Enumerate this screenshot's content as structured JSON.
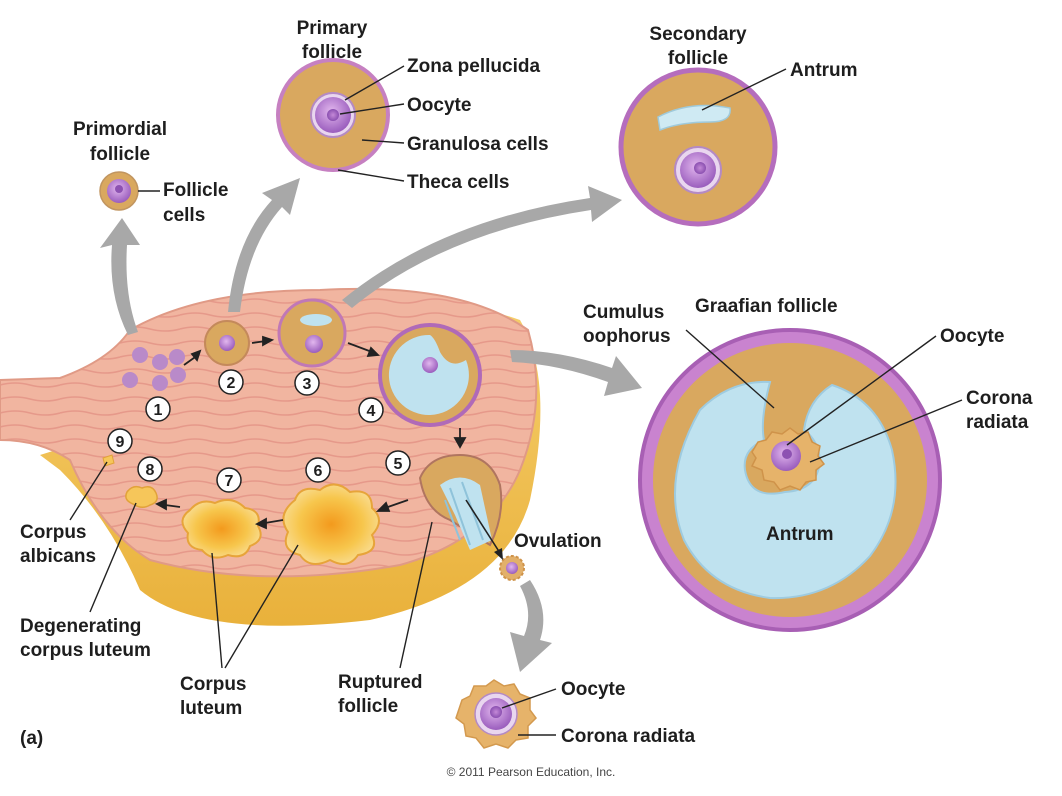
{
  "colors": {
    "follicle_granulosa": "#d9a85f",
    "theca_purple": "#b06ab8",
    "oocyte_purple": "#a56bc6",
    "antrum_blue": "#bfe2ef",
    "ovary_pink": "#f1b5a0",
    "corpus_luteum_yellow": "#f5c74a",
    "arrow_gray": "#a8a8a8"
  },
  "titles": {
    "primordial": [
      "Primordial",
      "follicle"
    ],
    "primary": [
      "Primary",
      "follicle"
    ],
    "secondary": [
      "Secondary",
      "follicle"
    ],
    "graafian": "Graafian follicle"
  },
  "labels": {
    "follicle_cells": [
      "Follicle",
      "cells"
    ],
    "zona_pellucida": "Zona  pellucida",
    "oocyte_primary": "Oocyte",
    "granulosa_cells": "Granulosa cells",
    "theca_cells": "Theca cells",
    "antrum_secondary": "Antrum",
    "cumulus_oophorus": [
      "Cumulus",
      "oophorus"
    ],
    "oocyte_graafian": "Oocyte",
    "corona_radiata_graafian": [
      "Corona",
      "radiata"
    ],
    "antrum_graafian": "Antrum",
    "ovulation": "Ovulation",
    "corpus_albicans": [
      "Corpus",
      "albicans"
    ],
    "degenerating_corpus_luteum": [
      "Degenerating",
      "corpus luteum"
    ],
    "corpus_luteum": [
      "Corpus",
      "luteum"
    ],
    "ruptured_follicle": [
      "Ruptured",
      "follicle"
    ],
    "oocyte_ovulated": "Oocyte",
    "corona_radiata_ovulated": "Corona radiata",
    "panel": "(a)"
  },
  "stage_numbers": [
    "1",
    "2",
    "3",
    "4",
    "5",
    "6",
    "7",
    "8",
    "9"
  ],
  "copyright": "© 2011 Pearson Education, Inc."
}
